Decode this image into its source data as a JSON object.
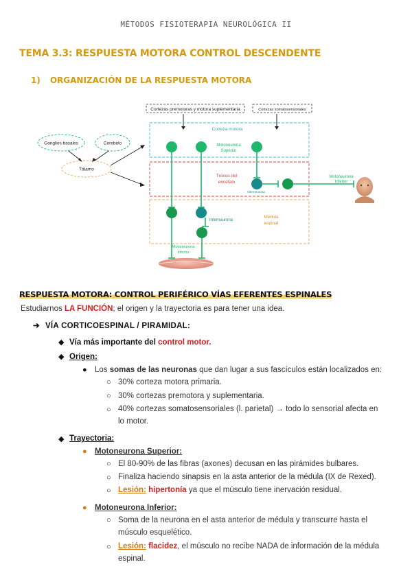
{
  "header": "MÉTODOS FISIOTERAPIA NEUROLÓGICA II",
  "title": "TEMA 3.3: RESPUESTA MOTORA CONTROL DESCENDENTE",
  "section1": {
    "num": "1)",
    "label": "ORGANIZACIÓN DE LA RESPUESTA MOTORA"
  },
  "diagram": {
    "box_premotor": "Cortezas premotoras y motora suplementaria",
    "box_somato": "Cortezas somatosensoriales",
    "ganglios": "Ganglios basales",
    "cerebelo": "Cerebelo",
    "talamo": "Tálamo",
    "corteza_motora": "Corteza motora",
    "mn_superior_1": "Motoneurona",
    "mn_superior_2": "Superior",
    "tronco_1": "Tronco del",
    "tronco_2": "encéfalo",
    "interneurona_tronco": "Interneurona",
    "mn_inferior_right_1": "Motoneurona",
    "mn_inferior_right_2": "Inferior",
    "interneurona": "Interneurona",
    "medula_1": "Médula",
    "medula_2": "espinal",
    "mn_inferior_bottom_1": "Motoneurona",
    "mn_inferior_bottom_2": "Inferior",
    "colors": {
      "green": "#1db86a",
      "teal": "#178b8b",
      "cyan": "#3cc2d6",
      "red": "#d84040",
      "orange": "#f2a95c"
    }
  },
  "section2": {
    "heading": "RESPUESTA MOTORA: CONTROL PERIFÉRICO VÍAS EFERENTES ESPINALES",
    "intro_pre": "Estudiarnos ",
    "intro_red": "LA FUNCIÓN",
    "intro_post": "; el origen y la trayectoria es para tener una idea."
  },
  "via": {
    "arrow": "➔",
    "title": "VÍA CORTICOESPINAL / PIRAMIDAL:",
    "b1_pre": "Vía más importante del ",
    "b1_red": "control motor.",
    "origen": "Origen:",
    "origen_text_pre": "Los ",
    "origen_text_bold": "somas de las neuronas",
    "origen_text_post": " que dan lugar a sus fascículos están localizados en:",
    "o1": "30% corteza motora primaria.",
    "o2": "30% cortezas premotora y suplementaria.",
    "o3a": "40% cortezas somatosensoriales (l. parietal) → todo lo sensorial afecta en",
    "o3b": "lo motor.",
    "trayectoria": "Trayectoria:",
    "mns": "Motoneurona Superior:",
    "mns1": "El 80-90% de las fibras (axones) decusan en las pirámides bulbares.",
    "mns2": "Finaliza haciendo sinapsis en la asta anterior de la médula (IX de Rexed).",
    "mns3_label": "Lesión:",
    "mns3_red": "hipertonía",
    "mns3_post": " ya que el músculo tiene inervación residual.",
    "mni": "Motoneurona Inferior:",
    "mni1a": "Soma de la neurona en el asta anterior de médula y transcurre hasta el",
    "mni1b": "músculo esquelético.",
    "mni2_label": "Lesión:",
    "mni2_red": "flacidez",
    "mni2_post_a": ", el músculo no recibe NADA de información de la médula",
    "mni2_post_b": "espinal."
  }
}
